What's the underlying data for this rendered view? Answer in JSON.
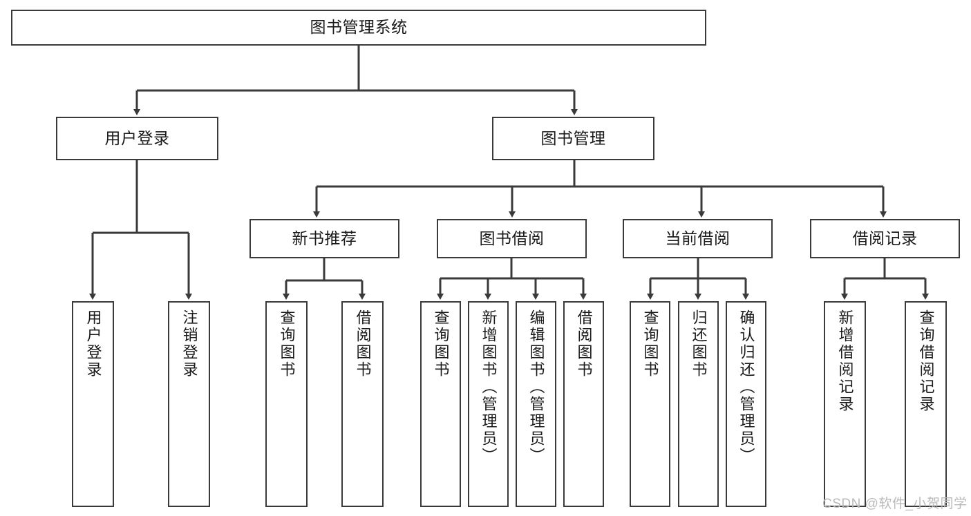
{
  "diagram": {
    "title": "图书管理系统",
    "type": "tree-hierarchy-diagram",
    "edge_color": "#3a3a3a",
    "node_border_color": "#3a3a3a",
    "node_fill_color": "#ffffff",
    "text_color": "#1a1a1a"
  },
  "nodes": {
    "root": {
      "label": "图书管理系统"
    },
    "level2": [
      {
        "label": "用户登录"
      },
      {
        "label": "图书管理"
      }
    ],
    "level3": [
      {
        "label": "新书推荐"
      },
      {
        "label": "图书借阅"
      },
      {
        "label": "当前借阅"
      },
      {
        "label": "借阅记录"
      }
    ],
    "leaves": [
      {
        "label": "用户登录"
      },
      {
        "label": "注销登录"
      },
      {
        "label": "查询图书"
      },
      {
        "label": "借阅图书"
      },
      {
        "label": "查询图书"
      },
      {
        "label": "新增图书（管理员）"
      },
      {
        "label": "编辑图书（管理员）"
      },
      {
        "label": "借阅图书"
      },
      {
        "label": "查询图书"
      },
      {
        "label": "归还图书"
      },
      {
        "label": "确认归还（管理员）"
      },
      {
        "label": "新增借阅记录"
      },
      {
        "label": "查询借阅记录"
      }
    ]
  },
  "watermark": {
    "text": "CSDN @软件_小贺同学"
  }
}
